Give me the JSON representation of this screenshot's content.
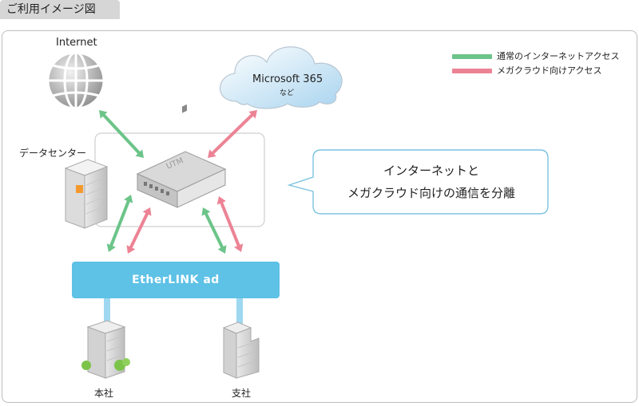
{
  "header": {
    "title": "ご利用イメージ図"
  },
  "nodes": {
    "internet": "Internet",
    "cloud_name": "Microsoft 365",
    "cloud_sub": "など",
    "datacenter": "データセンター",
    "utm_label": "UTM",
    "network": "EtherLINK ad",
    "hq": "本社",
    "branch": "支社"
  },
  "callout": {
    "line1": "インターネットと",
    "line2": "メガクラウド向けの通信を分離"
  },
  "legend": {
    "items": [
      {
        "label": "通常のインターネットアクセス",
        "color": "#6cc489"
      },
      {
        "label": "メガクラウド向けアクセス",
        "color": "#ec8395"
      }
    ]
  },
  "colors": {
    "green": "#6cc489",
    "pink": "#ec8395",
    "network": "#5ec1e6",
    "uplink": "#9ed8f0"
  }
}
